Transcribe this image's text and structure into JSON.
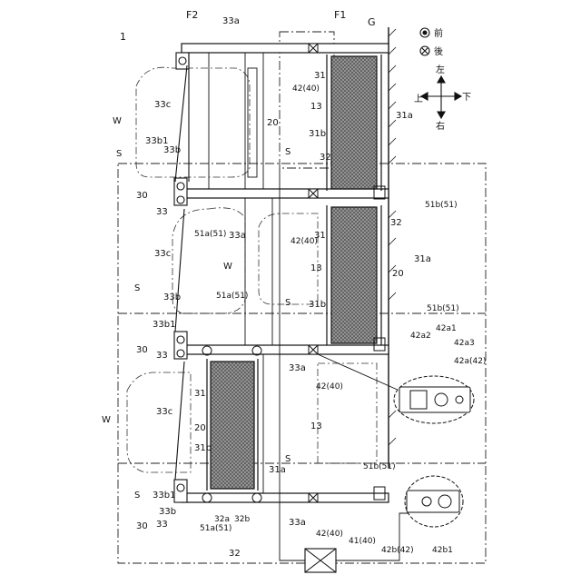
{
  "figure": {
    "ref_device": "1",
    "floor_upper": "F2",
    "floor_lower": "F1",
    "ground": "G",
    "labels": {
      "upper_rail": "33a",
      "pillar_head_a": "33b",
      "pillar_head_b": "33b1",
      "slope": "33c",
      "pillar": "33",
      "unit": "30",
      "space": "S",
      "worker": "W",
      "screen": "20",
      "robot": "31",
      "robot_side_a": "31a",
      "robot_side_b": "31b",
      "work_area": "13",
      "sensor": "42(40)",
      "sensor_b": "42b(42)",
      "sensor_b1": "42b1",
      "sensor_a": "42a(42)",
      "sensor_a1": "42a1",
      "sensor_a2": "42a2",
      "sensor_a3": "42a3",
      "controller": "41(40)",
      "base_a": "51a(51)",
      "base_b": "51b(51)",
      "arm": "32",
      "arm_a": "32a",
      "arm_b": "32b"
    },
    "legend": {
      "front": "前",
      "rear": "後",
      "up": "上",
      "down": "下",
      "left": "左",
      "right": "右"
    }
  }
}
